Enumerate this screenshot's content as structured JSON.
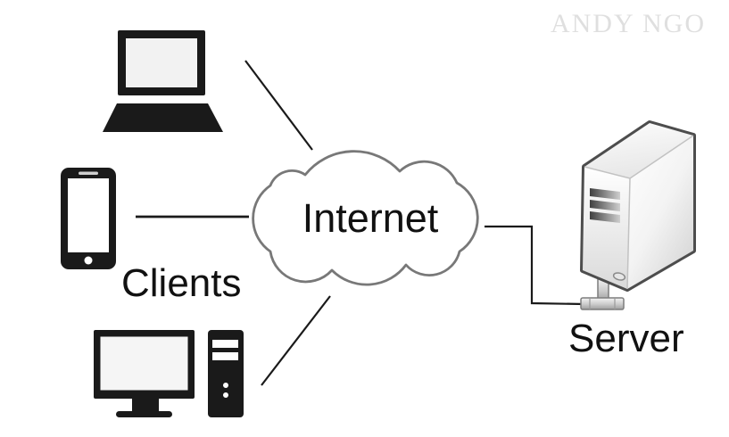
{
  "watermark": {
    "text": "ANDY NGO",
    "color": "#dfdfdf"
  },
  "labels": {
    "internet": "Internet",
    "clients": "Clients",
    "server": "Server"
  },
  "diagram": {
    "type": "client-server-network-diagram",
    "nodes": [
      {
        "id": "laptop",
        "icon": "laptop-icon",
        "group": "clients"
      },
      {
        "id": "smartphone",
        "icon": "smartphone-icon",
        "group": "clients"
      },
      {
        "id": "desktop-computer",
        "icon": "desktop-computer-icon",
        "group": "clients"
      },
      {
        "id": "internet",
        "icon": "cloud-icon",
        "label": "Internet"
      },
      {
        "id": "server",
        "icon": "server-tower-icon",
        "label": "Server"
      }
    ],
    "edges": [
      {
        "from": "laptop",
        "to": "internet"
      },
      {
        "from": "smartphone",
        "to": "internet"
      },
      {
        "from": "desktop-computer",
        "to": "internet"
      },
      {
        "from": "internet",
        "to": "server"
      }
    ],
    "colors": {
      "background": "#ffffff",
      "icon_black": "#1a1a1a",
      "screen_fill": "#f2f2f2",
      "cloud_stroke": "#787878",
      "cloud_fill": "#ffffff",
      "connection_line": "#1a1a1a",
      "server_outline": "#4d4d4d",
      "watermark_gray": "#dfdfdf"
    }
  }
}
